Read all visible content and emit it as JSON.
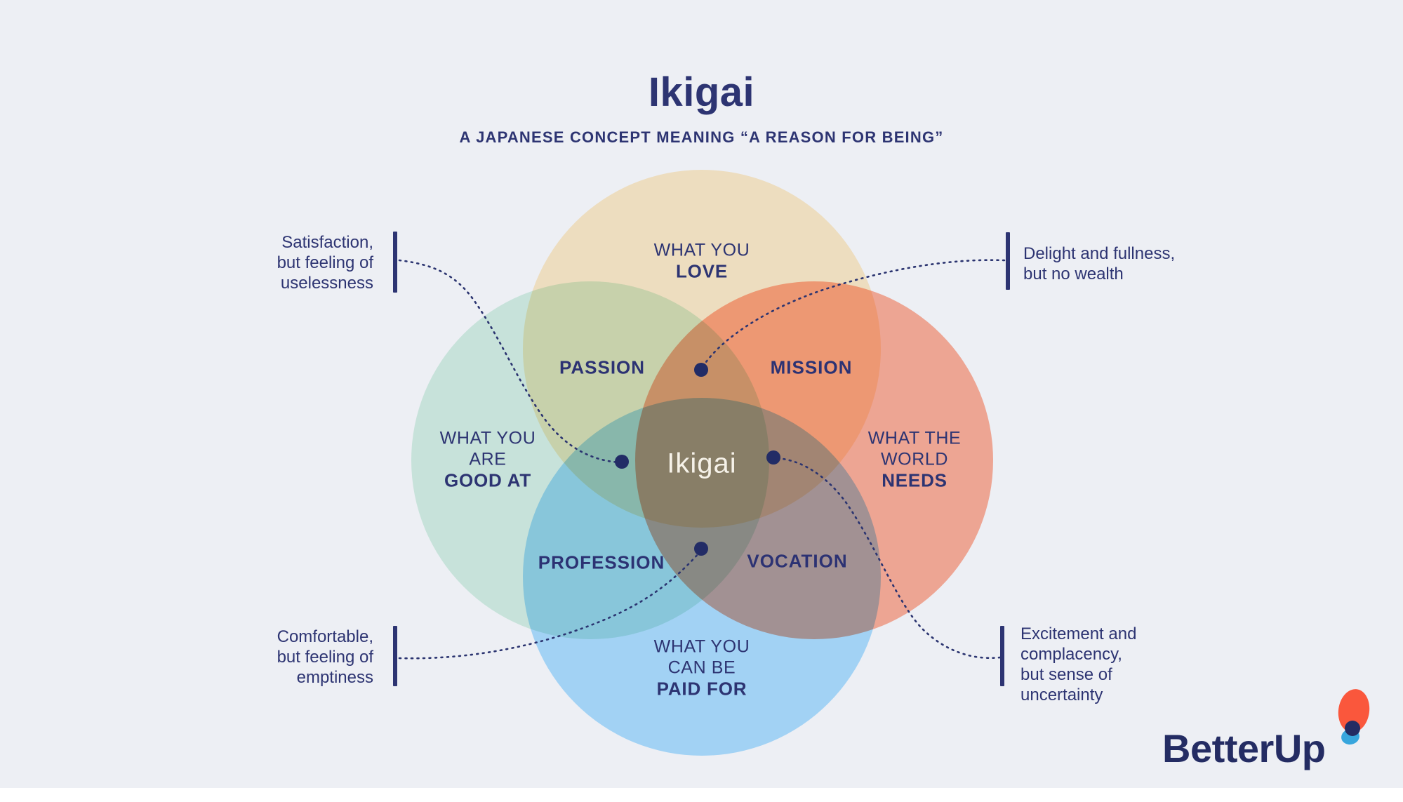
{
  "page": {
    "title": "Ikigai",
    "subtitle": "A JAPANESE CONCEPT MEANING “A REASON FOR BEING”"
  },
  "colors": {
    "background": "#edeff4",
    "navy_text": "#2d3472",
    "dot_navy": "#222c66",
    "connector_navy": "#2b3470",
    "center_text": "#f6f2e9",
    "circle_love": "#ffecc8",
    "circle_good_at": "#d6f2e4",
    "circle_needs": "#ffb09a",
    "circle_paid_for": "#aee0ff",
    "logo_orange": "#fa573c",
    "logo_blue": "#38a6dd",
    "logo_navy": "#242c63"
  },
  "venn": {
    "center_label": "Ikigai",
    "circles": {
      "love": {
        "line1": "WHAT YOU",
        "line2": "LOVE"
      },
      "good_at": {
        "line1": "WHAT YOU",
        "line2": "ARE",
        "line3": "GOOD AT"
      },
      "needs": {
        "line1": "WHAT THE",
        "line2": "WORLD",
        "line3": "NEEDS"
      },
      "paid_for": {
        "line1": "WHAT YOU",
        "line2": "CAN BE",
        "line3": "PAID FOR"
      }
    },
    "intersections": {
      "passion": "PASSION",
      "mission": "MISSION",
      "profession": "PROFESSION",
      "vocation": "VOCATION"
    }
  },
  "callouts": {
    "top_left": {
      "lines": [
        "Satisfaction,",
        "but feeling of",
        "uselessness"
      ]
    },
    "top_right": {
      "lines": [
        "Delight and fullness,",
        "but no wealth"
      ]
    },
    "bottom_left": {
      "lines": [
        "Comfortable,",
        "but feeling of",
        "emptiness"
      ]
    },
    "bottom_right": {
      "lines": [
        "Excitement and",
        "complacency,",
        "but sense of",
        "uncertainty"
      ]
    }
  },
  "logo": {
    "wordmark": "BetterUp"
  }
}
